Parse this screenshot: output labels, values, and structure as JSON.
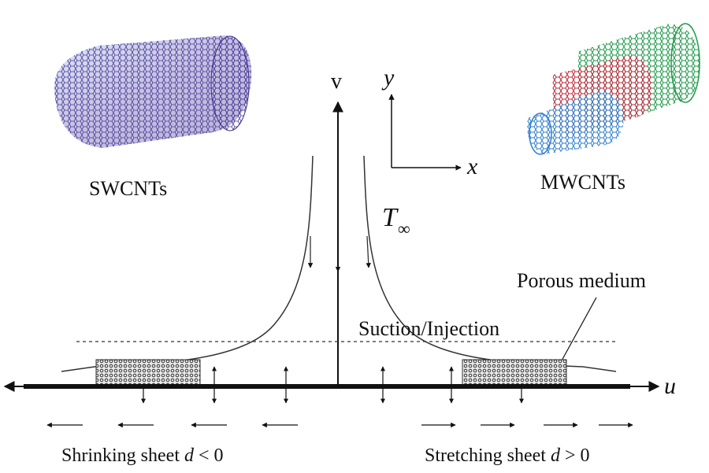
{
  "labels": {
    "swcnt": "SWCNTs",
    "mwcnt": "MWCNTs",
    "v_axis": "v",
    "u_axis": "u",
    "y_axis": "y",
    "x_axis": "x",
    "t_inf_main": "T",
    "t_inf_sub": "∞",
    "porous": "Porous medium",
    "suction": "Suction/Injection",
    "shrink_text": "Shrinking sheet ",
    "shrink_d": "d",
    "shrink_rel": " < 0",
    "stretch_text": "Stretching sheet ",
    "stretch_d": "d",
    "stretch_rel": " > 0"
  },
  "colors": {
    "ink": "#111111",
    "swcnt_dark": "#3a2a8a",
    "swcnt_light": "#7fa6d8",
    "mw_green": "#1f9a4a",
    "mw_red": "#c0283a",
    "mw_blue": "#2f7fd0"
  }
}
